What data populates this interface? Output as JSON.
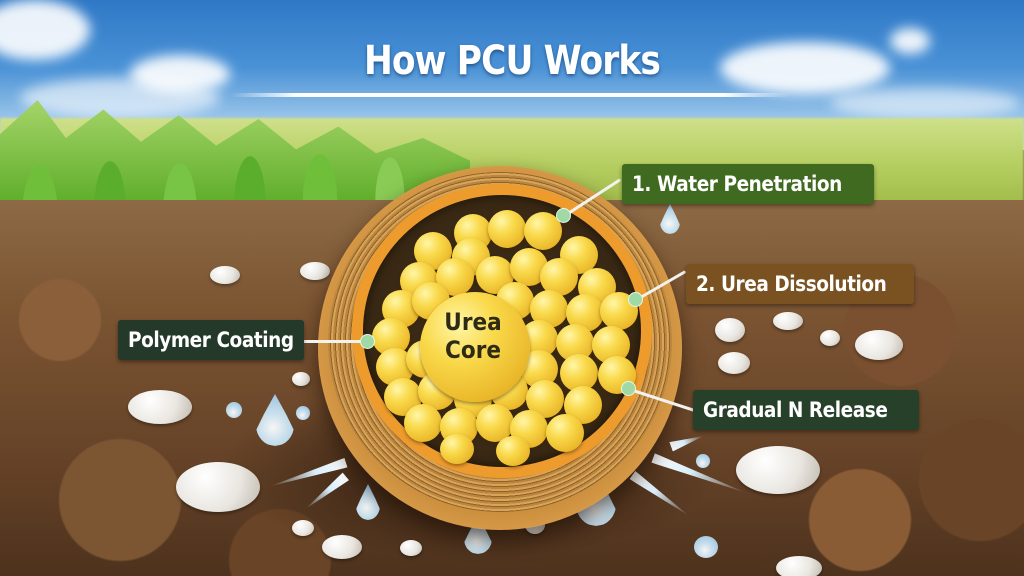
{
  "title": "How PCU Works",
  "diagram": {
    "subject": "Polymer Coated Urea (PCU) granule cross-section",
    "core": {
      "label_line1": "Urea",
      "label_line2": "Core"
    },
    "callouts": [
      {
        "id": "water",
        "label": "1. Water Penetration",
        "color": "#3f6a1f"
      },
      {
        "id": "urea",
        "label": "2. Urea Dissolution",
        "color": "#7a5222"
      },
      {
        "id": "release",
        "label": "Gradual N Release",
        "color": "#26402a"
      },
      {
        "id": "polymer",
        "label": "Polymer Coating",
        "color": "#24392a"
      }
    ],
    "colors": {
      "sky": "#3a86d0",
      "coating_ring": "#ee9b2d",
      "granule_shell": "#c98c3a",
      "urea_bead": "#f9d94a",
      "connector_dot": "#9fdaa6",
      "soil": "#7b5432",
      "water_drop": "#8fc3e6"
    }
  }
}
